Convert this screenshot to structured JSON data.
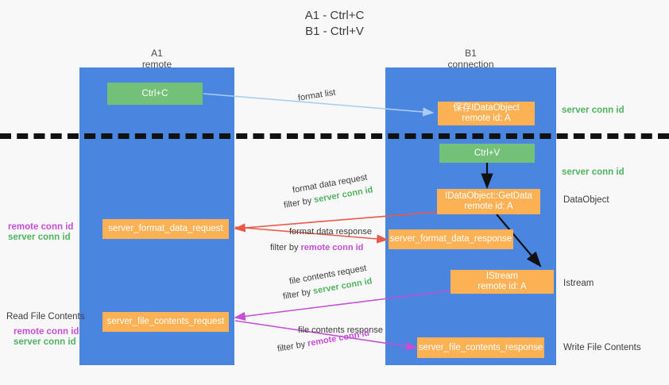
{
  "title": {
    "line1": "A1 - Ctrl+C",
    "line2": "B1 - Ctrl+V"
  },
  "columns": [
    {
      "name": "A1",
      "role": "remote"
    },
    {
      "name": "B1",
      "role": "connection"
    }
  ],
  "boxes": {
    "ctrl_c": "Ctrl+C",
    "ctrl_v": "Ctrl+V",
    "idataobject_title": "保存IDataObject",
    "idataobject_sub": "remote id: A",
    "getdata_title": "IDataObject::GetData",
    "getdata_sub": "remote id: A",
    "istream_title": "IStream",
    "istream_sub": "remote id: A",
    "server_format_data_request": "server_format_data_request",
    "server_format_data_response": "server_format_data_response",
    "server_file_contents_request": "server_file_contents_request",
    "server_file_contents_response": "server_file_contents_response"
  },
  "right_labels": {
    "server_conn_id_top": "server conn id",
    "server_conn_id_mid": "server conn id",
    "dataobject": "DataObject",
    "istream": "Istream",
    "write_file_contents": "Write File Contents"
  },
  "left_labels": {
    "remote_conn_id_1": "remote conn id",
    "server_conn_id_1": "server conn id",
    "read_file_contents": "Read File Contents",
    "remote_conn_id_2": "remote conn id",
    "server_conn_id_2": "server conn id"
  },
  "arrows": {
    "format_list": "format list",
    "format_data_request": "format data request",
    "format_data_request_filter_prefix": "filter by",
    "format_data_request_filter_value": "server conn id",
    "format_data_response": "format data response",
    "format_data_response_filter_prefix": "filter by",
    "format_data_response_filter_value": "remote conn id",
    "file_contents_request": "file contents request",
    "file_contents_request_filter_prefix": "filter by",
    "file_contents_request_filter_value": "server conn id",
    "file_contents_response": "file contents response",
    "file_contents_response_filter_prefix": "filter by",
    "file_contents_response_filter_value": "remote conn id"
  },
  "colors": {
    "lane": "#4a86e0",
    "box_green": "#73c178",
    "box_orange": "#fcb155",
    "arrow_light_blue": "#a8cdf0",
    "arrow_red": "#e8594a",
    "arrow_magenta": "#c44fd4",
    "arrow_black": "#111111",
    "server_conn_id": "#4fb35f",
    "remote_conn_id": "#c44fd4",
    "background": "#f8f8f8"
  }
}
